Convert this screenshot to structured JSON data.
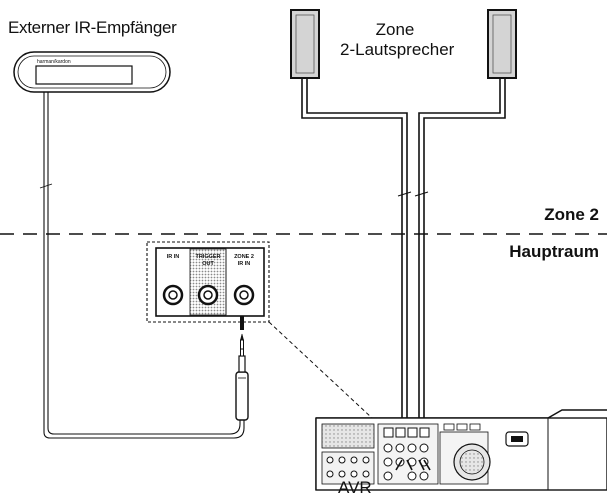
{
  "labels": {
    "ir_receiver": "Externer IR-Empfänger",
    "brand": "harman/kardon",
    "zone_speakers_line1": "Zone",
    "zone_speakers_line2": "2-Lautsprecher",
    "zone2": "Zone 2",
    "main_room": "Hauptraum",
    "avr": "AVR"
  },
  "jacks": [
    {
      "line1": "IR IN",
      "line2": ""
    },
    {
      "line1": "TRIGGER",
      "line2": "OUT"
    },
    {
      "line1": "ZONE 2",
      "line2": "IR IN"
    }
  ],
  "colors": {
    "ink": "#111111",
    "panel_gray": "#d8d8d8",
    "hatch": "#9a9a9a"
  }
}
